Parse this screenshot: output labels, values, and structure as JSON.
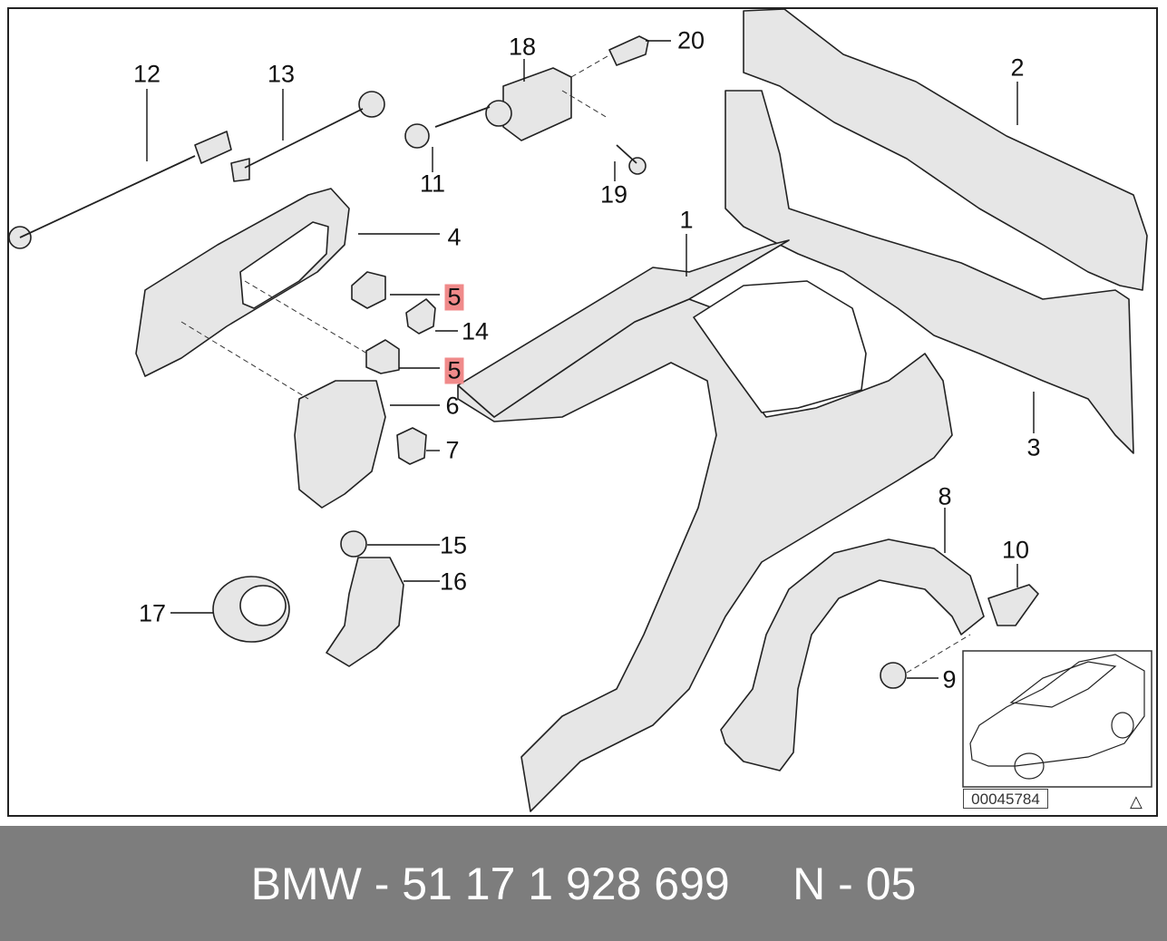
{
  "diagram": {
    "reference_code": "00045784",
    "callouts": [
      {
        "id": "c12",
        "label": "12",
        "highlight": false
      },
      {
        "id": "c13",
        "label": "13",
        "highlight": false
      },
      {
        "id": "c18",
        "label": "18",
        "highlight": false
      },
      {
        "id": "c20",
        "label": "20",
        "highlight": false
      },
      {
        "id": "c2",
        "label": "2",
        "highlight": false
      },
      {
        "id": "c11",
        "label": "11",
        "highlight": false
      },
      {
        "id": "c19",
        "label": "19",
        "highlight": false
      },
      {
        "id": "c4",
        "label": "4",
        "highlight": false
      },
      {
        "id": "c1",
        "label": "1",
        "highlight": false
      },
      {
        "id": "c5a",
        "label": "5",
        "highlight": true
      },
      {
        "id": "c14",
        "label": "14",
        "highlight": false
      },
      {
        "id": "c5b",
        "label": "5",
        "highlight": true
      },
      {
        "id": "c6",
        "label": "6",
        "highlight": false
      },
      {
        "id": "c7",
        "label": "7",
        "highlight": false
      },
      {
        "id": "c3",
        "label": "3",
        "highlight": false
      },
      {
        "id": "c8",
        "label": "8",
        "highlight": false
      },
      {
        "id": "c15",
        "label": "15",
        "highlight": false
      },
      {
        "id": "c10",
        "label": "10",
        "highlight": false
      },
      {
        "id": "c16",
        "label": "16",
        "highlight": false
      },
      {
        "id": "c17",
        "label": "17",
        "highlight": false
      },
      {
        "id": "c9",
        "label": "9",
        "highlight": false
      }
    ]
  },
  "footer": {
    "text": "BMW - 51 17 1 928 699     N - 05",
    "background_color": "#7d7d7d",
    "text_color": "#ffffff"
  },
  "colors": {
    "highlight": "#f08a8a",
    "part_fill": "#e6e6e6",
    "line": "#222222"
  },
  "icons": {
    "warning": "warning-triangle-icon"
  }
}
